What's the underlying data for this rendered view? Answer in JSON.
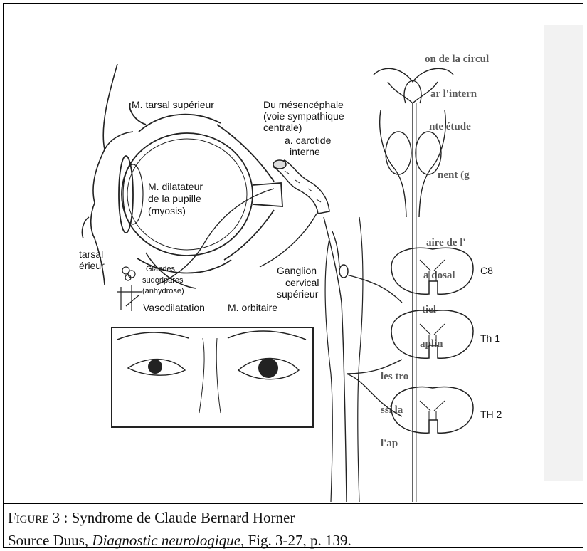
{
  "figure": {
    "labels": {
      "tarsal_sup": "M. tarsal supérieur",
      "mesencephale_1": "Du mésencéphale",
      "mesencephale_2": "(voie sympathique",
      "mesencephale_3": "centrale)",
      "carotide_1": "a. carotide",
      "carotide_2": "interne",
      "dilatateur_1": "M. dilatateur",
      "dilatateur_2": "de la pupille",
      "dilatateur_3": "(myosis)",
      "tarsal_inf_1": "tarsal",
      "tarsal_inf_2": "érieur",
      "glandes_1": "Glandes",
      "glandes_2": "sudoripares",
      "glandes_3": "(anhydrose)",
      "vasodilatation": "Vasodilatation",
      "orbitaire": "M. orbitaire",
      "ganglion_1": "Ganglion",
      "ganglion_2": "cervical",
      "ganglion_3": "supérieur",
      "c8": "C8",
      "th1": "Th 1",
      "th2": "TH 2"
    },
    "background_text": [
      "on de la circul",
      "ar l'intern",
      "nte étude",
      "nent (g",
      "aire de l'",
      "a dosal",
      "tiel",
      "aplin",
      "les tro",
      "ssi la",
      "l'ap"
    ]
  },
  "caption": {
    "figure_prefix_first": "F",
    "figure_prefix_rest": "IGURE",
    "figure_rest": " 3 : Syndrome de Claude Bernard Horner",
    "source_prefix": "Source Duus, ",
    "source_title": "Diagnostic neurologique",
    "source_rest": ", Fig. 3-27, p. 139."
  }
}
